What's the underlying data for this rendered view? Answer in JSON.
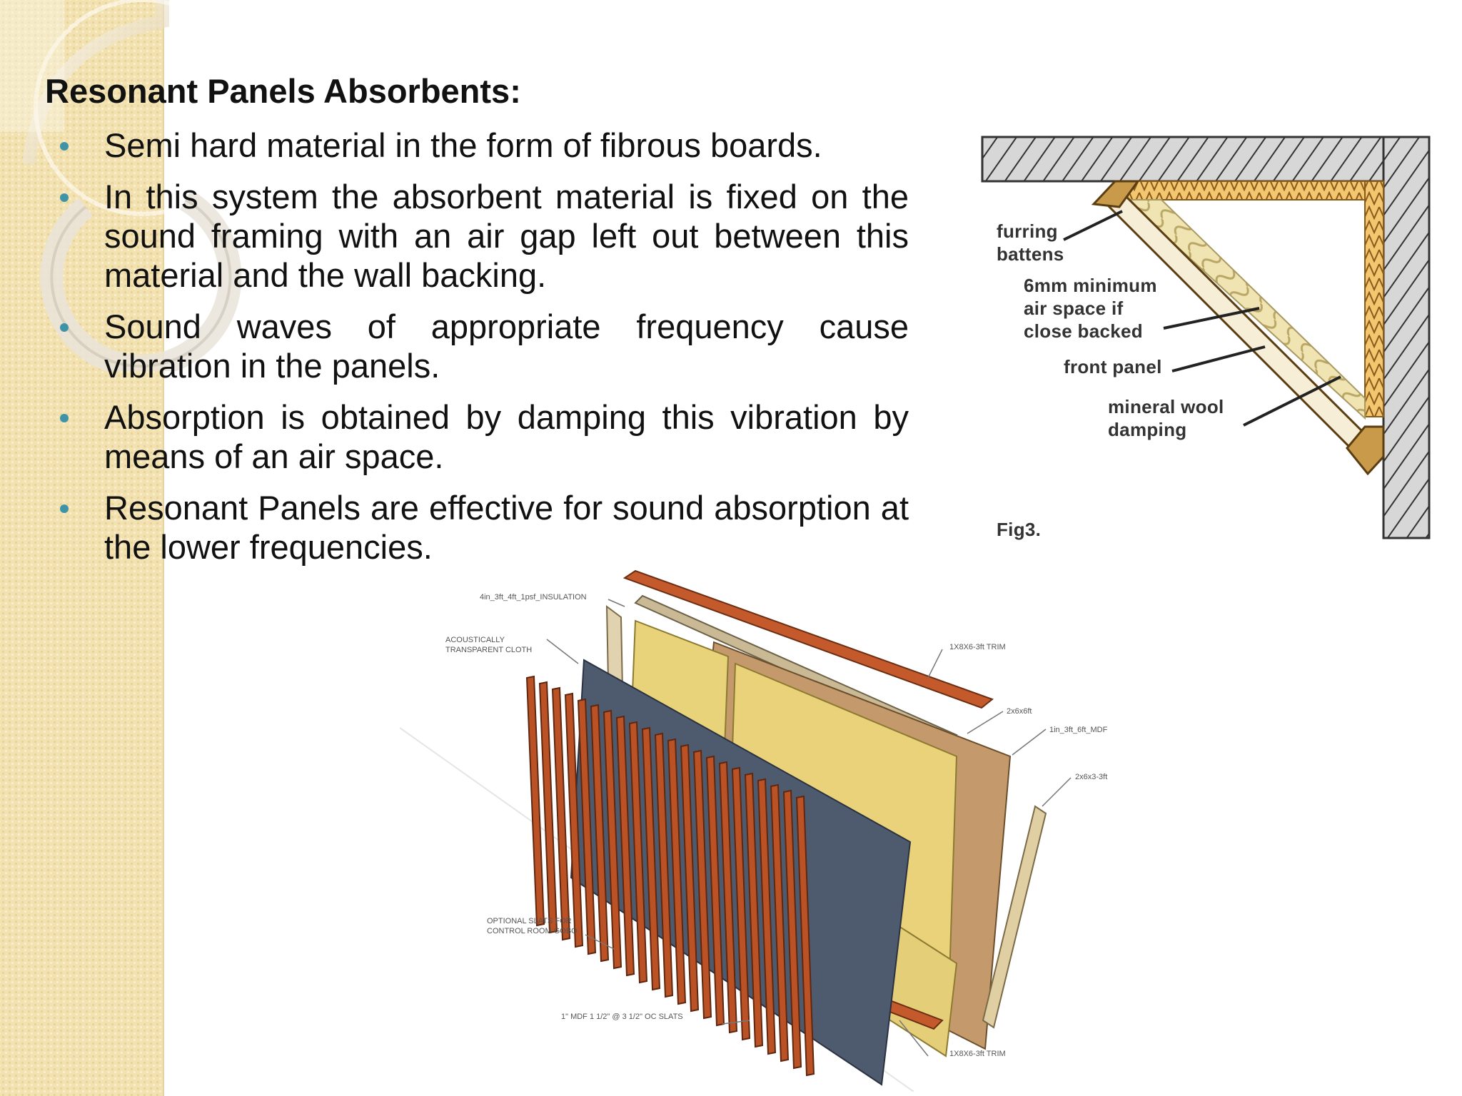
{
  "slide": {
    "title_bold": "Resonant Panels Absorbents",
    "title_suffix": ":"
  },
  "bullets": [
    {
      "text": "Semi hard material in the form of fibrous boards."
    },
    {
      "text": "In this system the absorbent material is fixed on the sound framing with an air gap left out between this material and the wall backing."
    },
    {
      "text": "Sound waves of appropriate frequency cause vibration in the panels."
    },
    {
      "text": "Absorption is obtained by damping this vibration by means of an air space."
    },
    {
      "text": "Resonant Panels are effective for sound absorption at the lower frequencies."
    }
  ],
  "fig3": {
    "labels": {
      "furring_battens": "furring\nbattens",
      "air_space": "6mm minimum\nair space if\nclose backed",
      "front_panel": "front panel",
      "mineral_wool": "mineral wool\ndamping",
      "caption": "Fig3."
    }
  },
  "panel_illustration": {
    "labels": {
      "insulation": "4in_3ft_4ft_1psf_INSULATION",
      "cloth": "ACOUSTICALLY\nTRANSPARENT CLOTH",
      "trim_top": "1X8X6-3ft TRIM",
      "frame_2x6": "2x6x6ft",
      "mdf": "1in_3ft_6ft_MDF",
      "frame_2x6x3": "2x6x3-3ft",
      "slats_optional": "OPTIONAL SLATS FOR\nCONTROL ROOM GOBO",
      "slats": "1\" MDF 1 1/2\" @ 3 1/2\" OC SLATS",
      "trim_bottom": "1X8X6-3ft TRIM"
    }
  },
  "colors": {
    "bullet": "#3f93a7",
    "side_band": "#f3e2b1",
    "wood": "#c45a2c",
    "insulation": "#e8d27a"
  }
}
